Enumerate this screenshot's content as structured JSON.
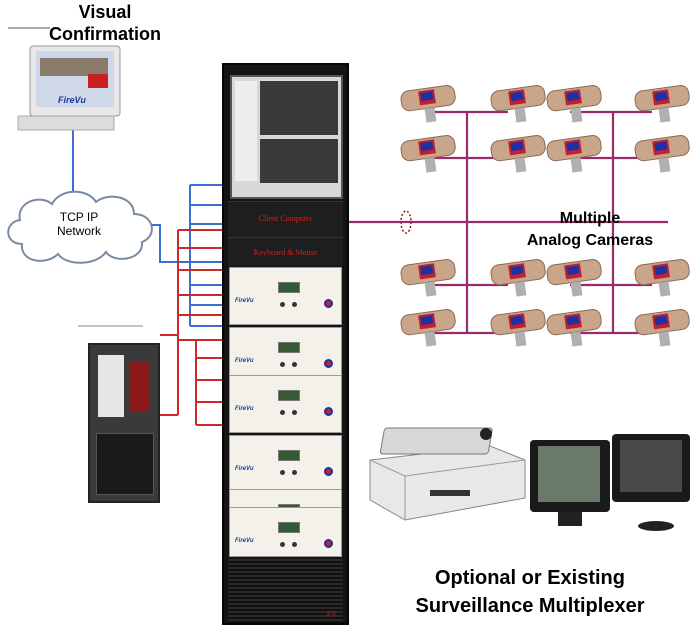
{
  "labels": {
    "visual_confirmation_line1": "Visual",
    "visual_confirmation_line2": "Confirmation",
    "network_line1": "TCP IP",
    "network_line2": "Network",
    "cameras_line1": "Multiple",
    "cameras_line2": "Analog Cameras",
    "multiplexer_line1": "Optional or Existing",
    "multiplexer_line2": "Surveillance Multiplexer"
  },
  "rack": {
    "client_computer": "Client Computer",
    "keyboard_mouse": "Keyboard & Mouse",
    "module_brand": "FireVu",
    "bottom_mark": "FV"
  },
  "workstation": {
    "brand": "FireVu"
  },
  "colors": {
    "network_wire": "#3a6fd0",
    "alarm_wire": "#d02828",
    "video_wire": "#9a2a6a",
    "rack": "#141414"
  },
  "icons": [
    "workstation-icon",
    "cloud-icon",
    "fire-panel-icon",
    "camera-icon",
    "dvr-icon",
    "monitor-icon"
  ]
}
